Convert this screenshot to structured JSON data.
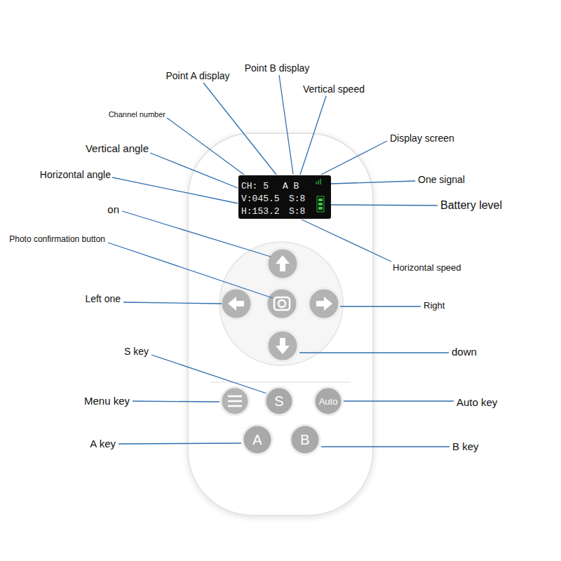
{
  "diagram": {
    "nodes": [
      {
        "text": [
          "CH: 5",
          "A B",
          "V:045.5",
          "S:8",
          "H:153.2",
          "S:8"
        ]
      },
      {
        "text": [
          "S"
        ]
      },
      {
        "text": [
          "Auto"
        ]
      },
      {
        "text": [
          "A"
        ]
      },
      {
        "text": [
          "B"
        ]
      }
    ],
    "labels": [
      "Point A display",
      "Point B display",
      "Vertical speed",
      "Channel number",
      "Display screen",
      "Vertical angle",
      "One signal",
      "Horizontal angle",
      "Battery level",
      "on",
      "Photo confirmation button",
      "Horizontal speed",
      "Left one",
      "Right",
      "S key",
      "down",
      "Menu key",
      "Auto key",
      "A key",
      "B key"
    ]
  }
}
